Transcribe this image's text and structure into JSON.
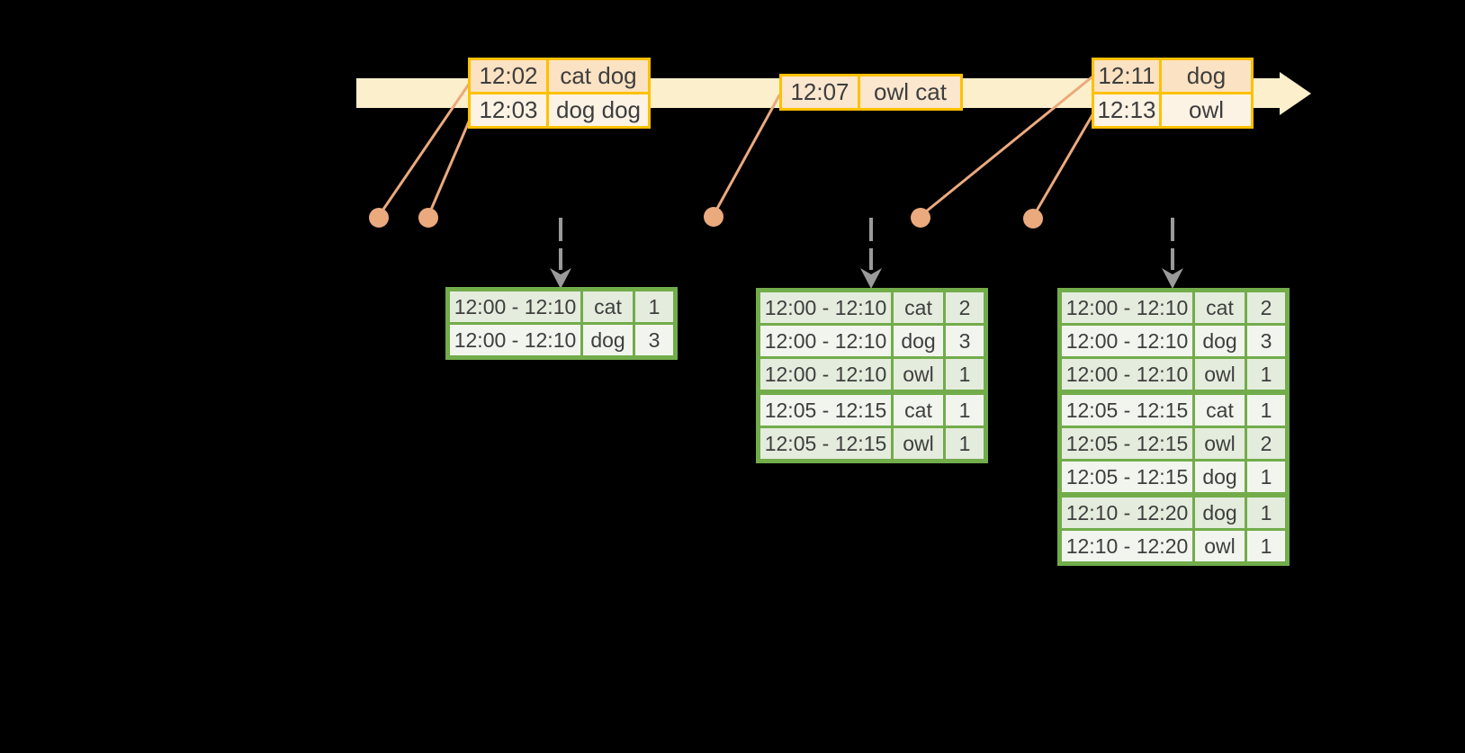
{
  "timeline": {
    "event_tables": [
      {
        "rows": [
          {
            "time": "12:02",
            "words": "cat dog"
          },
          {
            "time": "12:03",
            "words": "dog dog"
          }
        ]
      },
      {
        "rows": [
          {
            "time": "12:07",
            "words": "owl cat"
          }
        ]
      },
      {
        "rows": [
          {
            "time": "12:11",
            "words": "dog"
          },
          {
            "time": "12:13",
            "words": "owl"
          }
        ]
      }
    ]
  },
  "result_tables": [
    {
      "rows": [
        {
          "window": "12:00 - 12:10",
          "word": "cat",
          "count": "1"
        },
        {
          "window": "12:00 - 12:10",
          "word": "dog",
          "count": "3"
        }
      ]
    },
    {
      "rows": [
        {
          "window": "12:00 - 12:10",
          "word": "cat",
          "count": "2"
        },
        {
          "window": "12:00 - 12:10",
          "word": "dog",
          "count": "3"
        },
        {
          "window": "12:00 - 12:10",
          "word": "owl",
          "count": "1"
        },
        {
          "window": "12:05 - 12:15",
          "word": "cat",
          "count": "1"
        },
        {
          "window": "12:05 - 12:15",
          "word": "owl",
          "count": "1"
        }
      ]
    },
    {
      "rows": [
        {
          "window": "12:00 - 12:10",
          "word": "cat",
          "count": "2"
        },
        {
          "window": "12:00 - 12:10",
          "word": "dog",
          "count": "3"
        },
        {
          "window": "12:00 - 12:10",
          "word": "owl",
          "count": "1"
        },
        {
          "window": "12:05 - 12:15",
          "word": "cat",
          "count": "1"
        },
        {
          "window": "12:05 - 12:15",
          "word": "owl",
          "count": "2"
        },
        {
          "window": "12:05 - 12:15",
          "word": "dog",
          "count": "1"
        },
        {
          "window": "12:10 - 12:20",
          "word": "dog",
          "count": "1"
        },
        {
          "window": "12:10 - 12:20",
          "word": "owl",
          "count": "1"
        }
      ]
    },
    {
      "rows": []
    }
  ],
  "colors": {
    "background": "#000000",
    "timeline_band": "#fbf0cb",
    "event_table_border": "#ffc000",
    "event_row_dark": "#fbe2c2",
    "event_row_light": "#fdf3e4",
    "event_row_mid": "#fbe7ce",
    "marker_salmon": "#eba97e",
    "result_table_border": "#72ac4b",
    "result_row_dark": "#e4ecdd",
    "result_row_light": "#f1f5ee",
    "trigger_arrow_gray": "#9a9a9a",
    "text": "#3e3e3e"
  }
}
